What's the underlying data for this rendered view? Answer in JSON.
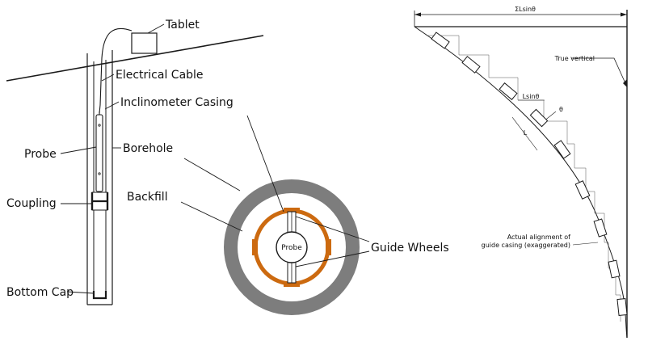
{
  "labels": {
    "tablet": "Tablet",
    "electrical_cable": "Electrical Cable",
    "inclinometer_casing": "Inclinometer Casing",
    "probe": "Probe",
    "borehole": "Borehole",
    "coupling": "Coupling",
    "bottom_cap": "Bottom Cap",
    "backfill": "Backfill",
    "probe_center": "Probe",
    "guide_wheels": "Guide Wheels",
    "sum_lsin": "ΣLsinθ",
    "true_vertical": "True vertical",
    "lsin": "Lsinθ",
    "theta": "θ",
    "l": "L",
    "actual_alignment_line1": "Actual alignment of",
    "actual_alignment_line2": "guide casing (exaggerated)"
  },
  "colors": {
    "line": "#1a1a1a",
    "casing_orange": "#cc6a10",
    "backfill_gray": "#7d7d7d",
    "fill_white": "#ffffff"
  }
}
